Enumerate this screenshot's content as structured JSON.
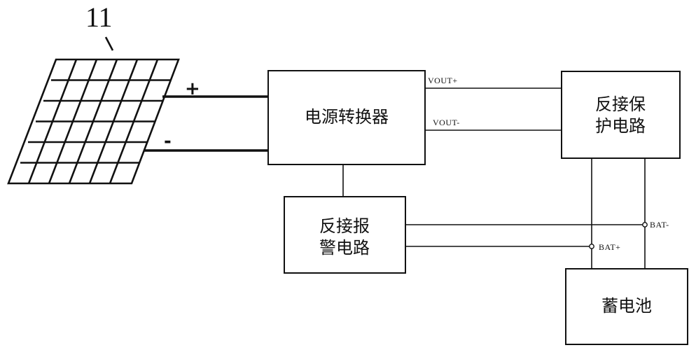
{
  "panel": {
    "ref_number": "11",
    "plus_label": "+",
    "minus_label": "-"
  },
  "blocks": {
    "converter": {
      "label": "电源转换器"
    },
    "reverse_protection": {
      "line1": "反接保",
      "line2": "护电路"
    },
    "reverse_alarm": {
      "line1": "反接报",
      "line2": "警电路"
    },
    "battery": {
      "label": "蓄电池"
    }
  },
  "signals": {
    "vout_plus": "VOUT+",
    "vout_minus": "VOUT-",
    "bat_minus": "BAT-",
    "bat_plus": "BAT+"
  }
}
